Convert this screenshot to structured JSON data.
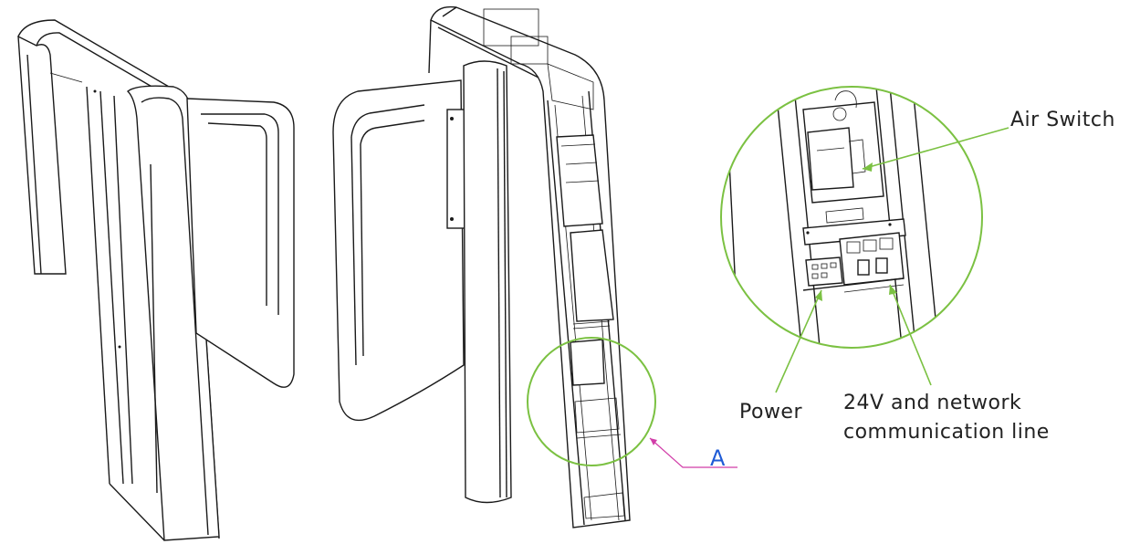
{
  "labels": {
    "air_switch": "Air Switch",
    "power": "Power",
    "line_1": "24V and network",
    "line_2": "communication line",
    "detail": "A"
  },
  "colors": {
    "callout": "#7bc142",
    "detail_marker": "#d13ca8",
    "detail_letter": "#1f5bd6",
    "outline": "#1a1a1a"
  }
}
